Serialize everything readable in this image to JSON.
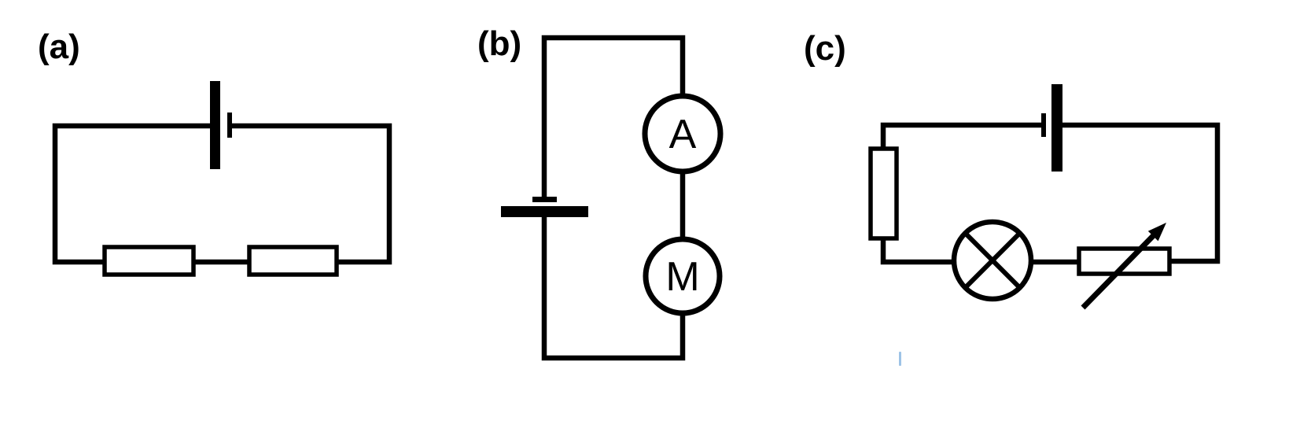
{
  "figure": {
    "background_color": "#ffffff",
    "stroke_color": "#000000",
    "cursor_color": "#9dc3e6",
    "circuits": {
      "a": {
        "label": "(a)",
        "components": [
          "cell-symbol",
          "resistor-symbol",
          "resistor-symbol"
        ]
      },
      "b": {
        "label": "(b)",
        "ammeter_letter": "A",
        "motor_letter": "M",
        "components": [
          "cell-symbol",
          "ammeter-symbol",
          "motor-symbol"
        ]
      },
      "c": {
        "label": "(c)",
        "components": [
          "cell-symbol",
          "resistor-symbol",
          "lamp-symbol",
          "variable-resistor-symbol"
        ]
      }
    }
  }
}
